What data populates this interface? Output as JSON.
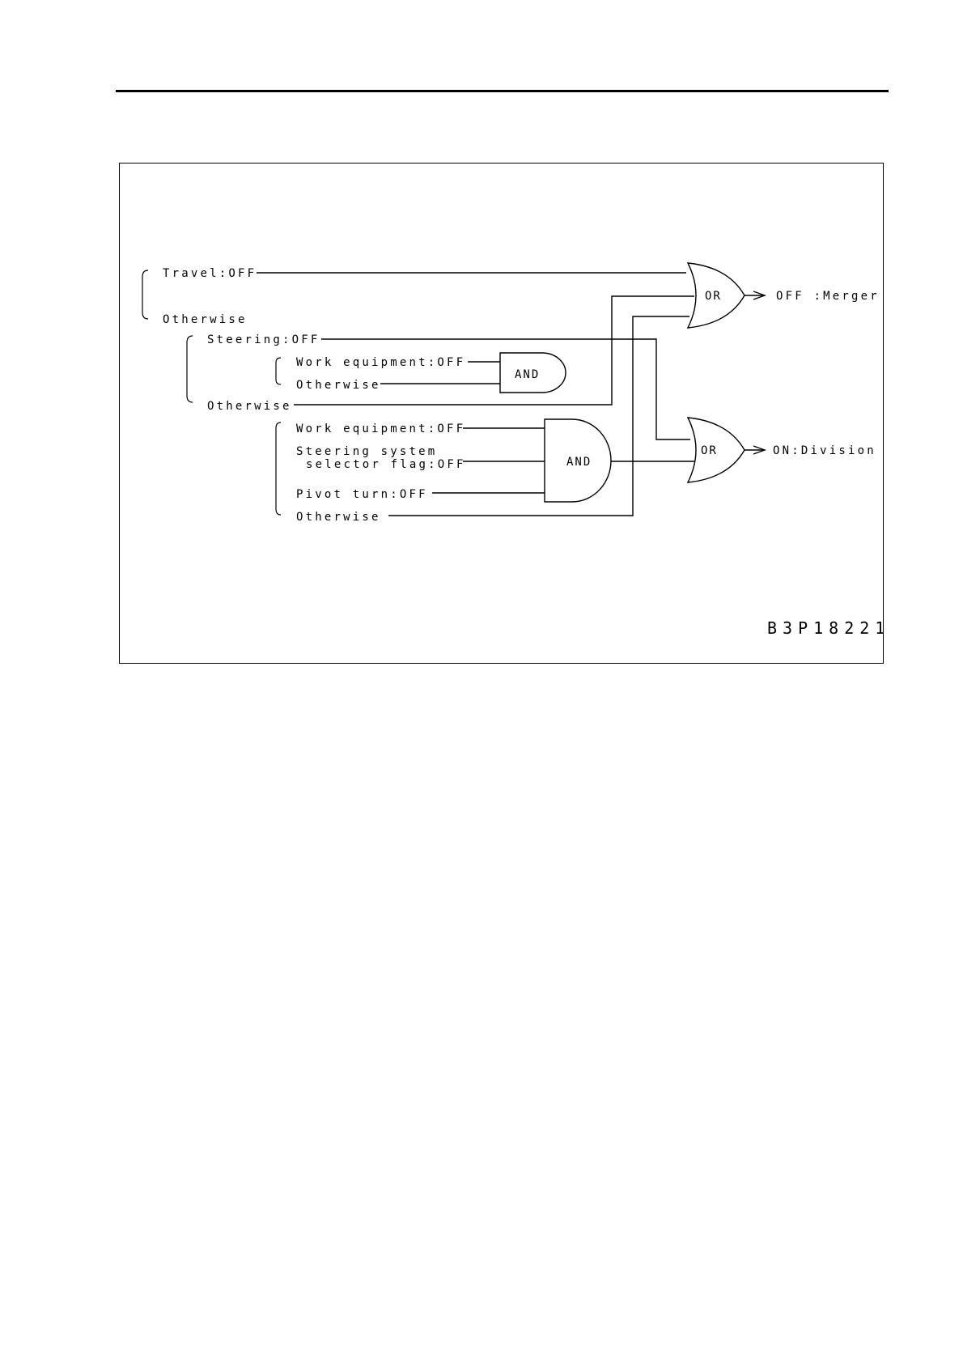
{
  "figure_code": "B3P18221",
  "inputs": {
    "travel_off": "Travel:OFF",
    "otherwise_1": "Otherwise",
    "steering_off": "Steering:OFF",
    "work_equipment_off_1": "Work equipment:OFF",
    "otherwise_2": "Otherwise",
    "otherwise_3": "Otherwise",
    "work_equipment_off_2": "Work equipment:OFF",
    "steering_system_line1": "Steering system",
    "steering_system_line2": "selector flag:OFF",
    "pivot_turn_off": "Pivot turn:OFF",
    "otherwise_4": "Otherwise"
  },
  "gates": {
    "and_small": "AND",
    "and_large": "AND",
    "or_top": "OR",
    "or_bottom": "OR"
  },
  "outputs": {
    "merger": "OFF :Merger",
    "division": "ON:Division"
  }
}
